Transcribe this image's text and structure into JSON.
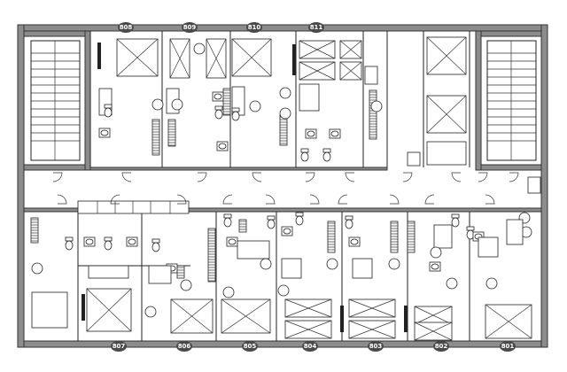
{
  "rooms_top": [
    {
      "number": "808"
    },
    {
      "number": "809"
    },
    {
      "number": "810"
    },
    {
      "number": "811"
    }
  ],
  "rooms_bottom": [
    {
      "number": "807"
    },
    {
      "number": "806"
    },
    {
      "number": "805"
    },
    {
      "number": "804"
    },
    {
      "number": "803"
    },
    {
      "number": "802"
    },
    {
      "number": "801"
    }
  ],
  "colors": {
    "wall": "#8c8c8c",
    "badge": "#4a4a4a",
    "line": "#222222"
  }
}
